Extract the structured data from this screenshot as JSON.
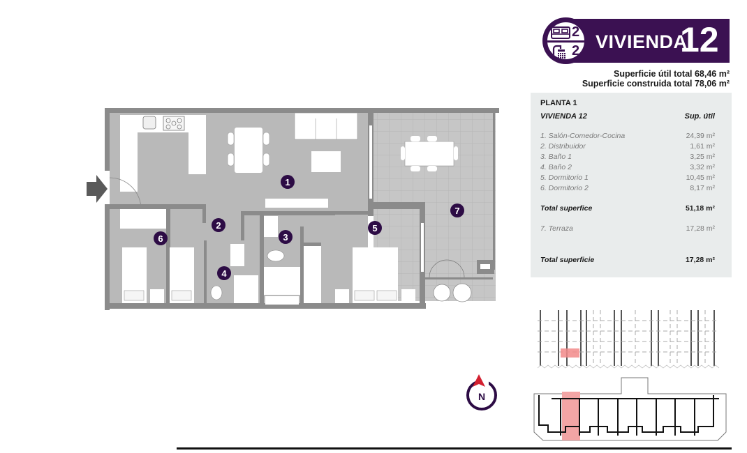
{
  "header": {
    "title": "VIVIENDA",
    "number": "12",
    "bedrooms": "2",
    "bathrooms": "2",
    "icons": [
      "bed-icon",
      "shower-icon"
    ],
    "brand_color": "#3b1152"
  },
  "surfaces": {
    "useful_total": "Superficie útil total 68,46 m²",
    "built_total": "Superficie construida total 78,06 m²"
  },
  "table": {
    "floor": "PLANTA 1",
    "unit": "VIVIENDA 12",
    "column_header": "Sup. útil",
    "rooms": [
      {
        "label": "1. Salón-Comedor-Cocina",
        "value": "24,39 m²"
      },
      {
        "label": "2. Distribuidor",
        "value": "1,61 m²"
      },
      {
        "label": "3. Baño 1",
        "value": "3,25 m²"
      },
      {
        "label": "4. Baño 2",
        "value": "3,32 m²"
      },
      {
        "label": "5. Dormitorio 1",
        "value": "10,45 m²"
      },
      {
        "label": "6. Dormitorio 2",
        "value": "8,17 m²"
      }
    ],
    "subtotal": {
      "label": "Total superfice",
      "value": "51,18 m²"
    },
    "terrace": {
      "label": "7. Terraza",
      "value": "17,28 m²"
    },
    "total": {
      "label": "Total superficie",
      "value": "17,28 m²"
    }
  },
  "plan": {
    "room_markers": [
      "1",
      "2",
      "3",
      "4",
      "5",
      "6",
      "7"
    ],
    "entry": "entry-arrow-icon",
    "marker_color": "#2d0c45"
  },
  "compass": {
    "label": "N",
    "arrow_color": "#d32030",
    "ring_color": "#2d0c45"
  },
  "keyplan": {
    "highlight_color": "#f2a5a5"
  }
}
